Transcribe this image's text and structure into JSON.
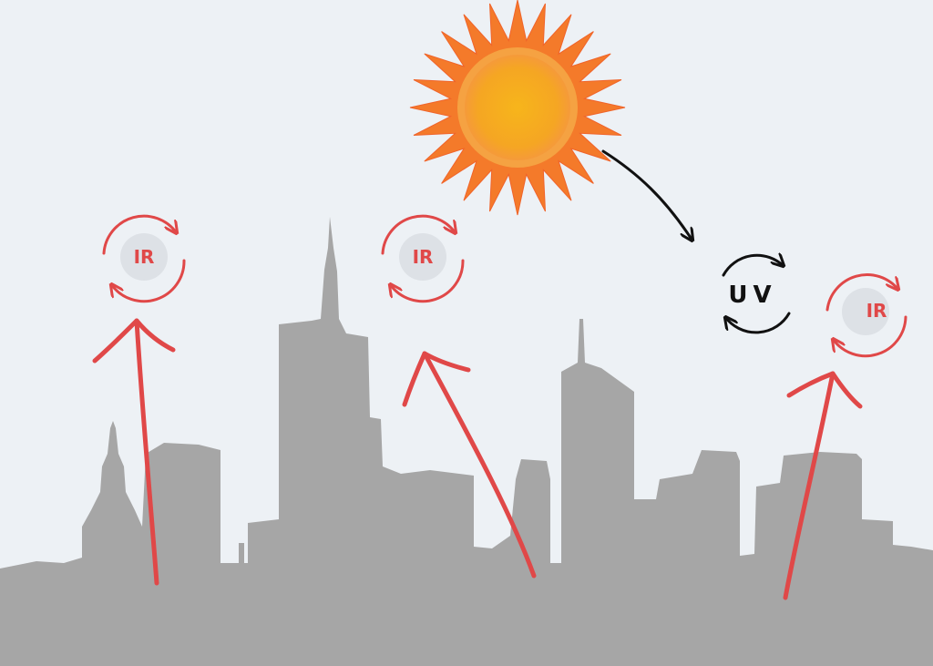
{
  "labels": {
    "ir_left": "IR",
    "ir_middle": "IR",
    "ir_right": "IR",
    "uv": "UV"
  },
  "colors": {
    "background": "#edf1f5",
    "skyline": "#a6a6a6",
    "ir_red": "#e04848",
    "uv_black": "#111111",
    "sun_core": "#f5b21e",
    "sun_rays": "#f47a2a",
    "ir_disc": "#dde1e6"
  },
  "icons": {
    "sun": "sun-icon",
    "cycle": "circular-arrows-icon"
  }
}
